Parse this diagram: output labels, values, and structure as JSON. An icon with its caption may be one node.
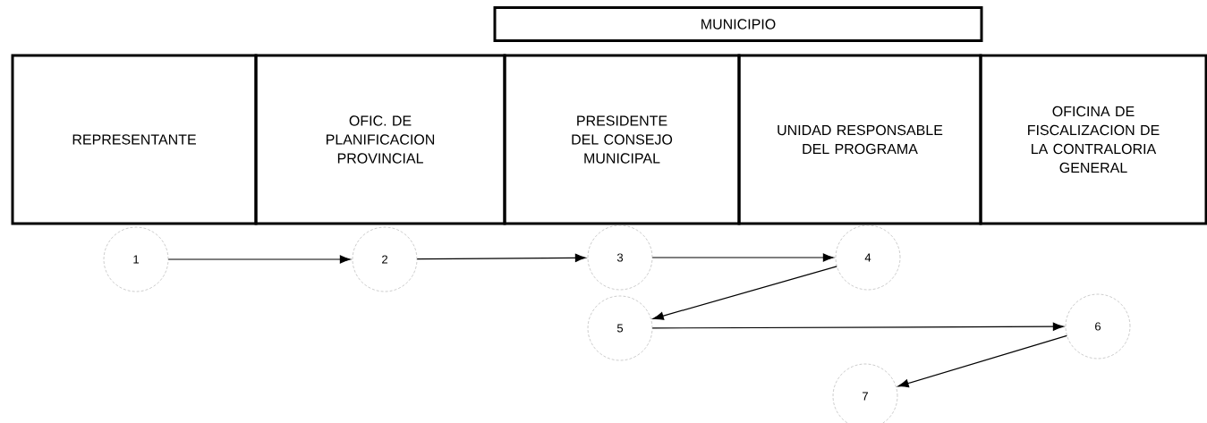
{
  "diagram": {
    "nodes": [
      {
        "text": [
          "MUNICIPIO"
        ]
      },
      {
        "text": [
          "REPRESENTANTE"
        ]
      },
      {
        "text": [
          "OFIC. DE PLANIFICACION PROVINCIAL"
        ]
      },
      {
        "text": [
          "PRESIDENTE DEL CONSEJO MUNICIPAL"
        ]
      },
      {
        "text": [
          "UNIDAD RESPONSABLE DEL PROGRAMA"
        ]
      },
      {
        "text": [
          "OFICINA DE FISCALIZACION DE LA CONTRALORIA GENERAL"
        ]
      },
      {
        "text": [
          "1"
        ]
      },
      {
        "text": [
          "2"
        ]
      },
      {
        "text": [
          "3"
        ]
      },
      {
        "text": [
          "4"
        ]
      },
      {
        "text": [
          "5"
        ]
      },
      {
        "text": [
          "6"
        ]
      },
      {
        "text": [
          "7"
        ]
      }
    ],
    "edges": [
      {
        "from": 6,
        "to": 7,
        "arrow": "to"
      },
      {
        "from": 7,
        "to": 8,
        "arrow": "to"
      },
      {
        "from": 8,
        "to": 9,
        "arrow": "to"
      },
      {
        "from": 9,
        "to": 10,
        "arrow": "to"
      },
      {
        "from": 10,
        "to": 11,
        "arrow": "to"
      },
      {
        "from": 11,
        "to": 12,
        "arrow": "to"
      }
    ]
  }
}
